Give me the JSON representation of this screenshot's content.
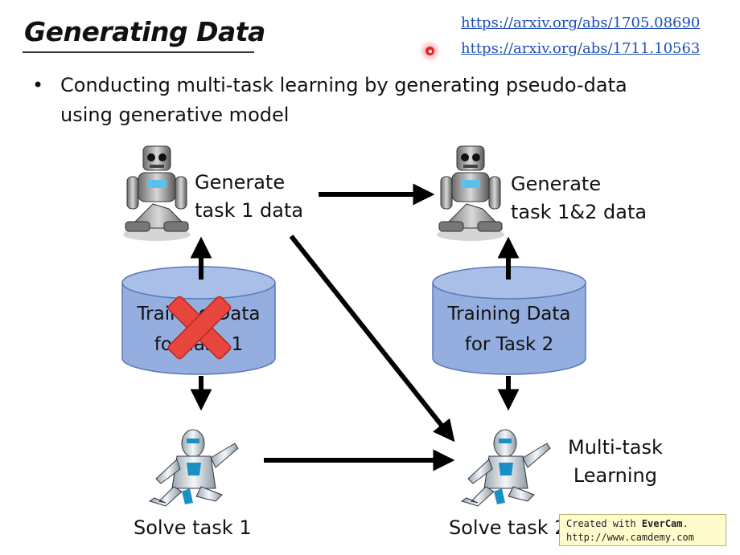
{
  "slide": {
    "title": "Generating Data",
    "links": [
      "https://arxiv.org/abs/1705.08690",
      "https://arxiv.org/abs/1711.10563"
    ],
    "bullet": "Conducting multi-task learning by generating pseudo-data using generative model"
  },
  "diagram": {
    "generator1_label": [
      "Generate",
      "task 1 data"
    ],
    "generator2_label": [
      "Generate",
      "task 1&2 data"
    ],
    "data1_label": [
      "Training Data",
      "for Task 1"
    ],
    "data2_label": [
      "Training Data",
      "for Task 2"
    ],
    "solver1_label": "Solve task 1",
    "solver2_label": "Solve task 2",
    "multitask_label": [
      "Multi-task",
      "Learning"
    ]
  },
  "watermark": {
    "line1_prefix": "Created with ",
    "line1_brand": "EverCam",
    "line1_suffix": ".",
    "line2": "http://www.camdemy.com"
  },
  "colors": {
    "cylinder_fill": "#95aee0",
    "cylinder_stroke": "#5a78b8",
    "cross": "#e8453c",
    "link": "#1f4fb4"
  }
}
